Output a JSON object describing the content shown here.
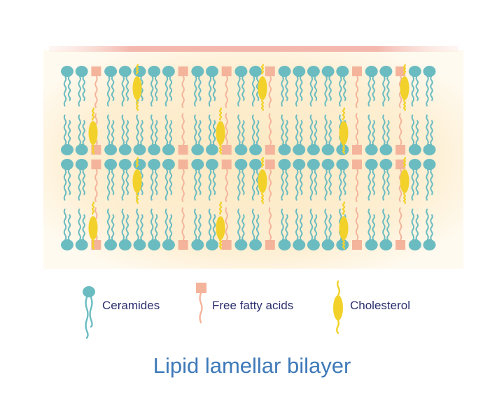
{
  "title": "Lipid lamellar bilayer",
  "legend": {
    "ceramides": "Ceramides",
    "fatty_acids": "Free fatty acids",
    "cholesterol": "Cholesterol"
  },
  "colors": {
    "ceramide": "#6bbcc1",
    "fatty_acid": "#f4b49b",
    "cholesterol": "#f2d22a",
    "background_band": "#fdf0d0",
    "top_strip": "#f3b7ad",
    "title_text": "#3e79b8",
    "label_text": "#2b2f6e"
  }
}
